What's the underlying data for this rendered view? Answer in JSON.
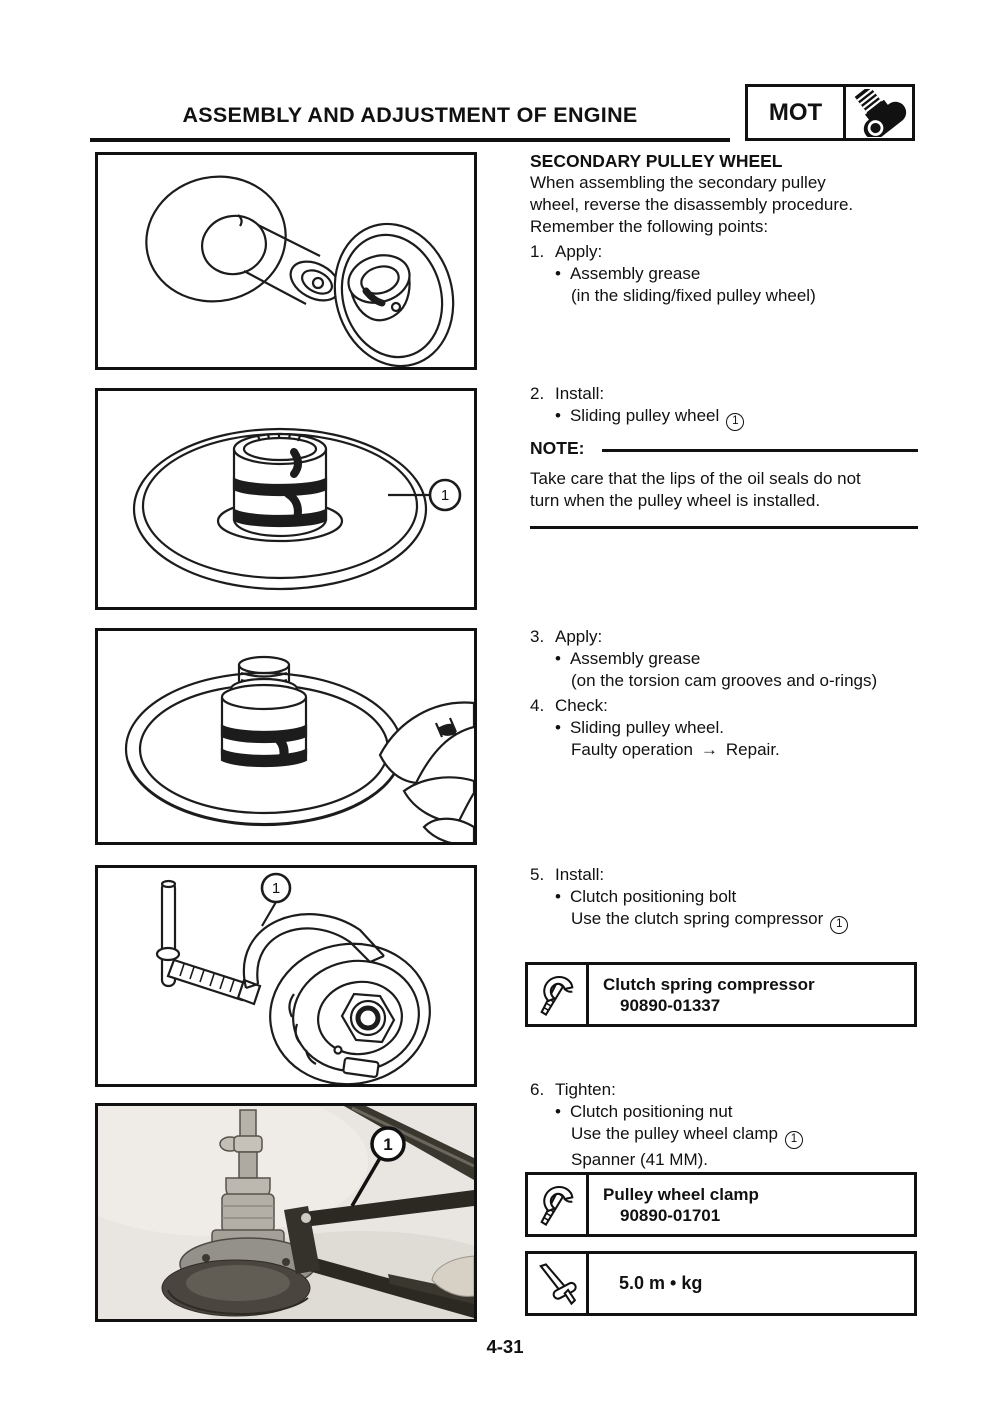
{
  "header": {
    "title": "ASSEMBLY AND ADJUSTMENT OF ENGINE",
    "badge_label": "MOT"
  },
  "content": {
    "bullet": "•",
    "heading": "SECONDARY PULLEY WHEEL",
    "intro_lines": [
      "When assembling the secondary pulley",
      "wheel, reverse the disassembly procedure.",
      "Remember the following points:"
    ],
    "steps": {
      "s1": {
        "num": "1.",
        "action": "Apply:",
        "b1": "Assembly grease",
        "d1": "(in the sliding/fixed pulley wheel)"
      },
      "s2": {
        "num": "2.",
        "action": "Install:",
        "b1": "Sliding pulley wheel",
        "callout": "1"
      },
      "s3": {
        "num": "3.",
        "action": "Apply:",
        "b1": "Assembly grease",
        "d1": "(on the torsion cam grooves and o-rings)"
      },
      "s4": {
        "num": "4.",
        "action": "Check:",
        "b1": "Sliding pulley wheel.",
        "d1_pre": "Faulty operation",
        "d1_arrow": "→",
        "d1_post": "Repair."
      },
      "s5": {
        "num": "5.",
        "action": "Install:",
        "b1": "Clutch positioning bolt",
        "d1": "Use the clutch spring compressor",
        "callout": "1"
      },
      "s6": {
        "num": "6.",
        "action": "Tighten:",
        "b1": "Clutch positioning nut",
        "d1": "Use the pulley wheel clamp",
        "callout": "1",
        "d2": "Spanner (41 MM)."
      }
    },
    "note": {
      "label": "NOTE:",
      "lines": [
        "Take care that the lips of the oil seals do not",
        "turn when the pulley wheel is installed."
      ]
    }
  },
  "tools": {
    "clutch_compressor": {
      "name": "Clutch spring compressor",
      "part_no": "90890-01337"
    },
    "pulley_clamp": {
      "name": "Pulley wheel clamp",
      "part_no": "90890-01701"
    },
    "torque": {
      "value": "5.0 m • kg"
    }
  },
  "figures": {
    "fig2_callout": "1",
    "fig4_callout": "1",
    "fig5_callout": "1"
  },
  "footer": {
    "page_number": "4-31"
  }
}
